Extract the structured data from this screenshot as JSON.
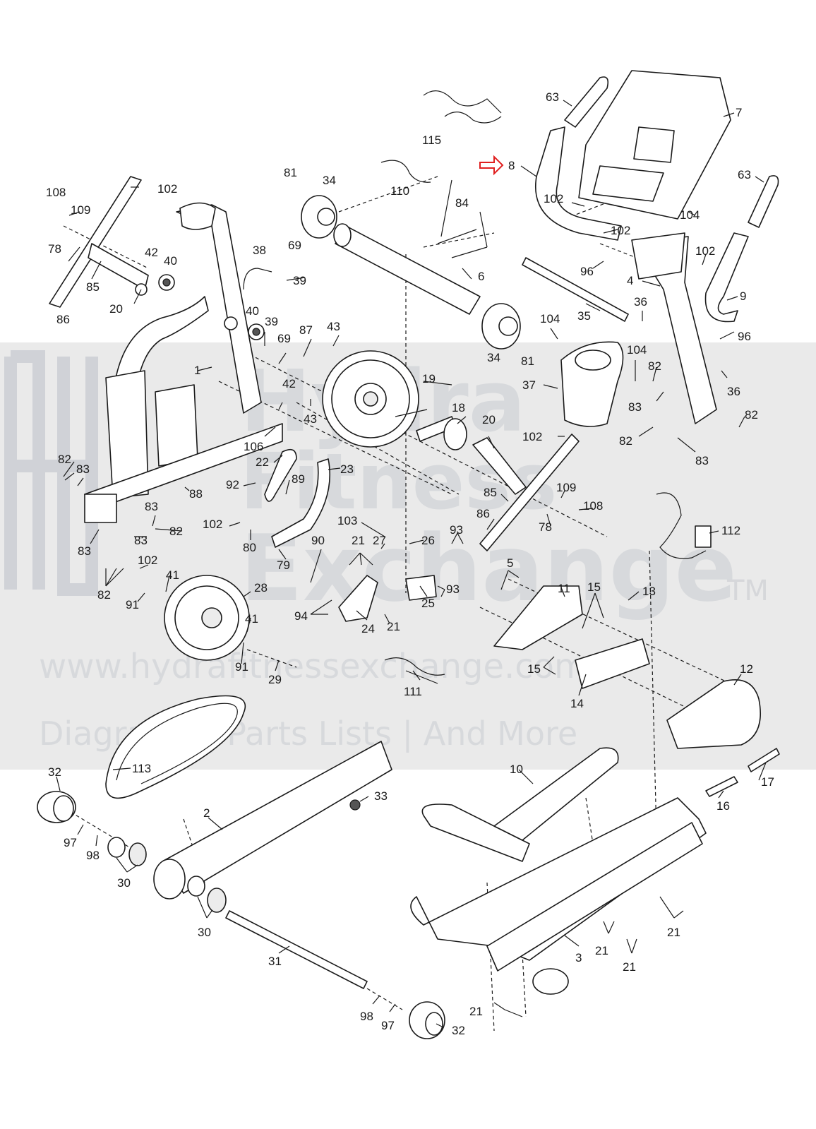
{
  "watermark": {
    "brand_line1": "Hydra",
    "brand_line2": "Fitness",
    "brand_line3": "Exchange",
    "trademark": "TM",
    "url": "www.hydrafitnessexchange.com",
    "tagline": "Diagrams | Parts Lists | And More"
  },
  "callouts": [
    {
      "id": "c1",
      "text": "108"
    },
    {
      "id": "c2",
      "text": "109"
    },
    {
      "id": "c3",
      "text": "78"
    },
    {
      "id": "c4",
      "text": "85"
    },
    {
      "id": "c5",
      "text": "20"
    },
    {
      "id": "c6",
      "text": "86"
    },
    {
      "id": "c7",
      "text": "102"
    },
    {
      "id": "c8",
      "text": "42"
    },
    {
      "id": "c9",
      "text": "40"
    },
    {
      "id": "c10",
      "text": "1"
    },
    {
      "id": "c11",
      "text": "38"
    },
    {
      "id": "c12",
      "text": "69"
    },
    {
      "id": "c13",
      "text": "39"
    },
    {
      "id": "c14",
      "text": "40"
    },
    {
      "id": "c15",
      "text": "39"
    },
    {
      "id": "c16",
      "text": "69"
    },
    {
      "id": "c17",
      "text": "42"
    },
    {
      "id": "c18",
      "text": "43"
    },
    {
      "id": "c19",
      "text": "106"
    },
    {
      "id": "c20",
      "text": "81"
    },
    {
      "id": "c21",
      "text": "34"
    },
    {
      "id": "c22",
      "text": "110"
    },
    {
      "id": "c23",
      "text": "115"
    },
    {
      "id": "c24",
      "text": "84"
    },
    {
      "id": "c25",
      "text": "6"
    },
    {
      "id": "c26",
      "text": "34"
    },
    {
      "id": "c27",
      "text": "81"
    },
    {
      "id": "c28",
      "text": "87"
    },
    {
      "id": "c29",
      "text": "43"
    },
    {
      "id": "c30",
      "text": "19"
    },
    {
      "id": "c31",
      "text": "18"
    },
    {
      "id": "c32",
      "text": "8"
    },
    {
      "id": "c33",
      "text": "63"
    },
    {
      "id": "c34",
      "text": "7"
    },
    {
      "id": "c35",
      "text": "63"
    },
    {
      "id": "c36",
      "text": "102"
    },
    {
      "id": "c37",
      "text": "104"
    },
    {
      "id": "c38",
      "text": "102"
    },
    {
      "id": "c39",
      "text": "102"
    },
    {
      "id": "c40",
      "text": "96"
    },
    {
      "id": "c41",
      "text": "4"
    },
    {
      "id": "c42",
      "text": "9"
    },
    {
      "id": "c43",
      "text": "35"
    },
    {
      "id": "c44",
      "text": "36"
    },
    {
      "id": "c45",
      "text": "104"
    },
    {
      "id": "c46",
      "text": "96"
    },
    {
      "id": "c47",
      "text": "104"
    },
    {
      "id": "c48",
      "text": "37"
    },
    {
      "id": "c49",
      "text": "82"
    },
    {
      "id": "c50",
      "text": "83"
    },
    {
      "id": "c51",
      "text": "36"
    },
    {
      "id": "c52",
      "text": "82"
    },
    {
      "id": "c53",
      "text": "82"
    },
    {
      "id": "c54",
      "text": "83"
    },
    {
      "id": "c55",
      "text": "20"
    },
    {
      "id": "c56",
      "text": "102"
    },
    {
      "id": "c57",
      "text": "85"
    },
    {
      "id": "c58",
      "text": "109"
    },
    {
      "id": "c59",
      "text": "86"
    },
    {
      "id": "c60",
      "text": "108"
    },
    {
      "id": "c61",
      "text": "78"
    },
    {
      "id": "c62",
      "text": "82"
    },
    {
      "id": "c63",
      "text": "83"
    },
    {
      "id": "c64",
      "text": "88"
    },
    {
      "id": "c65",
      "text": "22"
    },
    {
      "id": "c66",
      "text": "23"
    },
    {
      "id": "c67",
      "text": "92"
    },
    {
      "id": "c68",
      "text": "89"
    },
    {
      "id": "c69",
      "text": "83"
    },
    {
      "id": "c70",
      "text": "82"
    },
    {
      "id": "c71",
      "text": "83"
    },
    {
      "id": "c72",
      "text": "83"
    },
    {
      "id": "c73",
      "text": "102"
    },
    {
      "id": "c74",
      "text": "80"
    },
    {
      "id": "c75",
      "text": "79"
    },
    {
      "id": "c76",
      "text": "90"
    },
    {
      "id": "c77",
      "text": "103"
    },
    {
      "id": "c78",
      "text": "26"
    },
    {
      "id": "c79",
      "text": "93"
    },
    {
      "id": "c80",
      "text": "21"
    },
    {
      "id": "c81",
      "text": "27"
    },
    {
      "id": "c82",
      "text": "112"
    },
    {
      "id": "c83",
      "text": "82"
    },
    {
      "id": "c84",
      "text": "102"
    },
    {
      "id": "c85",
      "text": "41"
    },
    {
      "id": "c86",
      "text": "91"
    },
    {
      "id": "c87",
      "text": "28"
    },
    {
      "id": "c88",
      "text": "5"
    },
    {
      "id": "c89",
      "text": "11"
    },
    {
      "id": "c90",
      "text": "15"
    },
    {
      "id": "c91",
      "text": "13"
    },
    {
      "id": "c92",
      "text": "93"
    },
    {
      "id": "c93",
      "text": "25"
    },
    {
      "id": "c94",
      "text": "94"
    },
    {
      "id": "c95",
      "text": "24"
    },
    {
      "id": "c96",
      "text": "21"
    },
    {
      "id": "c97",
      "text": "41"
    },
    {
      "id": "c98",
      "text": "91"
    },
    {
      "id": "c99",
      "text": "29"
    },
    {
      "id": "c100",
      "text": "111"
    },
    {
      "id": "c101",
      "text": "15"
    },
    {
      "id": "c102",
      "text": "14"
    },
    {
      "id": "c103",
      "text": "12"
    },
    {
      "id": "c104",
      "text": "113"
    },
    {
      "id": "c105",
      "text": "10"
    },
    {
      "id": "c106",
      "text": "17"
    },
    {
      "id": "c107",
      "text": "32"
    },
    {
      "id": "c108",
      "text": "33"
    },
    {
      "id": "c109",
      "text": "16"
    },
    {
      "id": "c110",
      "text": "2"
    },
    {
      "id": "c111",
      "text": "97"
    },
    {
      "id": "c112",
      "text": "98"
    },
    {
      "id": "c113",
      "text": "30"
    },
    {
      "id": "c114",
      "text": "30"
    },
    {
      "id": "c115",
      "text": "21"
    },
    {
      "id": "c116",
      "text": "21"
    },
    {
      "id": "c117",
      "text": "31"
    },
    {
      "id": "c118",
      "text": "3"
    },
    {
      "id": "c119",
      "text": "21"
    },
    {
      "id": "c120",
      "text": "98"
    },
    {
      "id": "c121",
      "text": "97"
    },
    {
      "id": "c122",
      "text": "21"
    },
    {
      "id": "c123",
      "text": "32"
    }
  ]
}
